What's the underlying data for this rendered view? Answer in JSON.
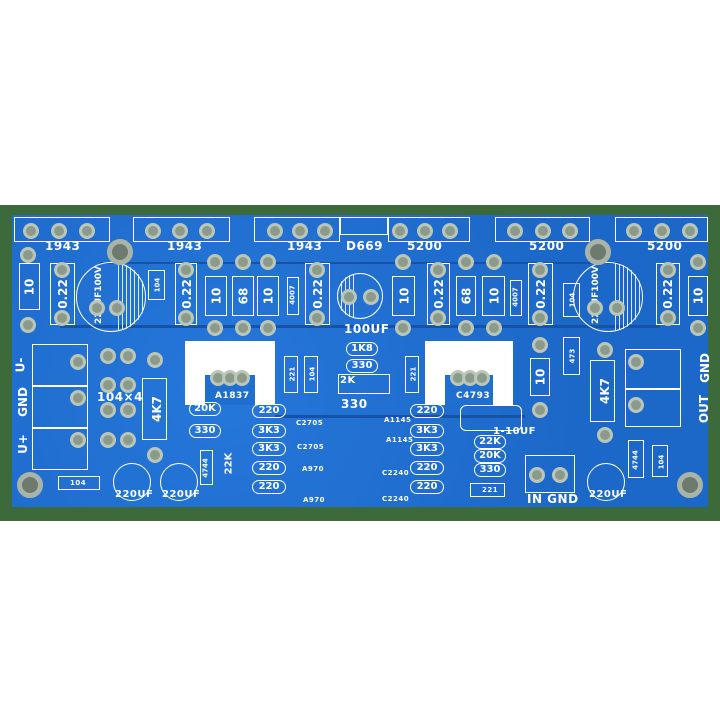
{
  "board": {
    "colors": {
      "solder_mask": "#1f6fd0",
      "substrate": "#3d6a3a",
      "silkscreen": "#ffffff",
      "pad": "#8c9a8c"
    },
    "power_transistors": [
      "1943",
      "1943",
      "1943",
      "D669",
      "5200",
      "5200",
      "5200"
    ],
    "emitter_resistors": [
      "0.22",
      "0.22",
      "0.22",
      "0.22",
      "0.22",
      "0.22"
    ],
    "base_resistors": [
      "10",
      "10",
      "68",
      "10",
      "10",
      "68",
      "10",
      "10",
      "10"
    ],
    "diodes": [
      "4007",
      "4007"
    ],
    "big_caps": [
      "220UF100V",
      "220UF100V"
    ],
    "mid_cap": "100UF",
    "small_caps": [
      "104",
      "104",
      "104",
      "473",
      "104",
      "104"
    ],
    "left_terminal": [
      "U-",
      "GND",
      "U+"
    ],
    "right_terminal": [
      "OUT",
      "GND"
    ],
    "input_connector": "IN GND",
    "input_cap": "1-10UF",
    "driver_transistors": [
      "A1837",
      "C4793"
    ],
    "small_transistors": [
      "C2705",
      "C2705",
      "A970",
      "A970",
      "A1145",
      "A1145",
      "C2240",
      "C2240"
    ],
    "left_pills": [
      "20K",
      "330"
    ],
    "mid_pills": [
      "220",
      "3K3",
      "3K3",
      "220",
      "220"
    ],
    "center_pills": [
      "1K8",
      "330"
    ],
    "right_pills": [
      "220",
      "3K3",
      "3K3",
      "220",
      "220"
    ],
    "far_right_pills": [
      "22K",
      "20K",
      "330"
    ],
    "trimmer": "2K",
    "trimmer_label": "330",
    "misc": {
      "r104x4": "104×4",
      "r4k7_left": "4K7",
      "r4k7_right": "4K7",
      "zener_left": "4744",
      "zener_right": "4744",
      "r22k": "22K",
      "r221_a": "221",
      "r221_b": "221",
      "r221_c": "221",
      "cap_220uf": [
        "220UF",
        "220UF",
        "220UF"
      ]
    }
  }
}
